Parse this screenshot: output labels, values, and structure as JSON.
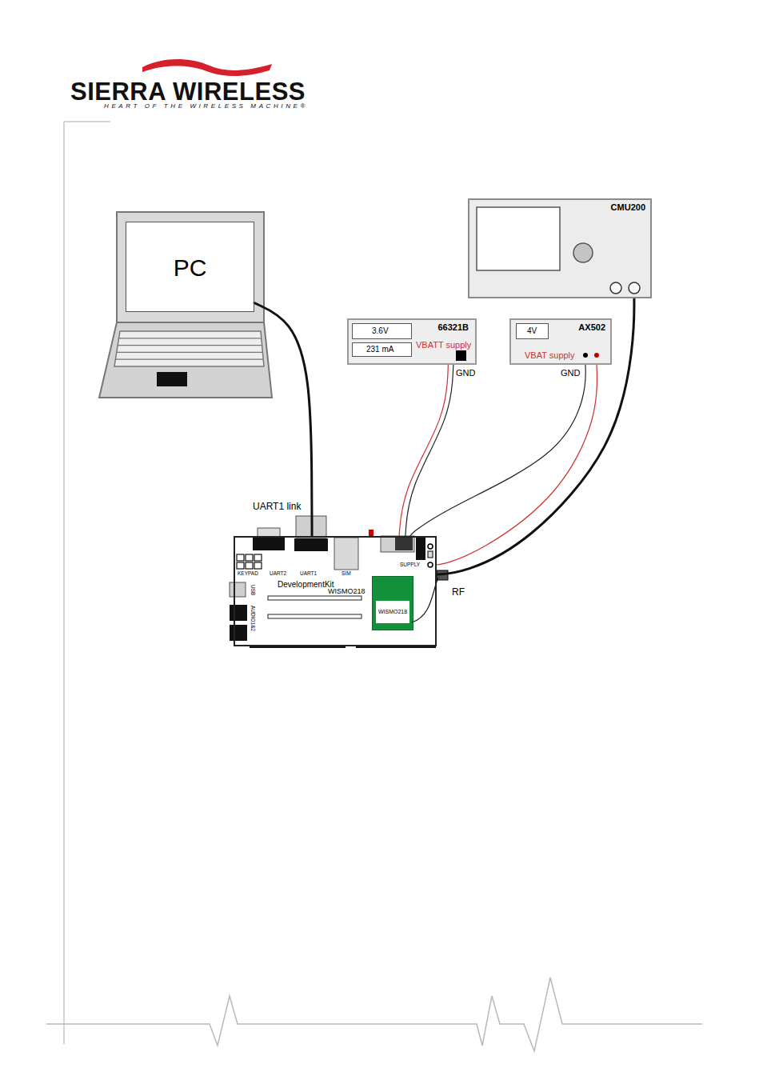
{
  "diagram": {
    "nodes": [
      {
        "text": [
          "PC"
        ]
      },
      {
        "text": [
          "CMU200"
        ]
      },
      {
        "text": [
          "66321B",
          "VBATT supply"
        ]
      },
      {
        "text": [
          "3.6V"
        ],
        "in": 2
      },
      {
        "text": [
          "231 mA"
        ],
        "in": 2
      },
      {
        "text": [
          "AX502",
          "VBAT supply"
        ]
      },
      {
        "text": [
          "4V"
        ],
        "in": 5
      },
      {
        "text": [
          "DevelopmentKit",
          "WISMO218"
        ]
      },
      {
        "text": [
          "WISMO218"
        ],
        "in": 7
      }
    ],
    "edges": [
      {
        "from": 0,
        "to": 7,
        "arrow": "none",
        "label": "UART1 link"
      },
      {
        "from": 1,
        "to": 7,
        "arrow": "none",
        "label": "RF"
      },
      {
        "from": 2,
        "to": 7,
        "arrow": "none"
      },
      {
        "from": 2,
        "to": 7,
        "arrow": "none"
      },
      {
        "from": 5,
        "to": 7,
        "arrow": "none"
      },
      {
        "from": 5,
        "to": 7,
        "arrow": "none"
      }
    ],
    "labels": [
      "SIERRA WIRELESS",
      "HEART OF THE WIRELESS MACHINE®",
      "GND",
      "GND",
      "KEYPAD",
      "UART2",
      "UART1",
      "SIM",
      "SUPPLY",
      "USB",
      "AUDIO1&2"
    ]
  }
}
